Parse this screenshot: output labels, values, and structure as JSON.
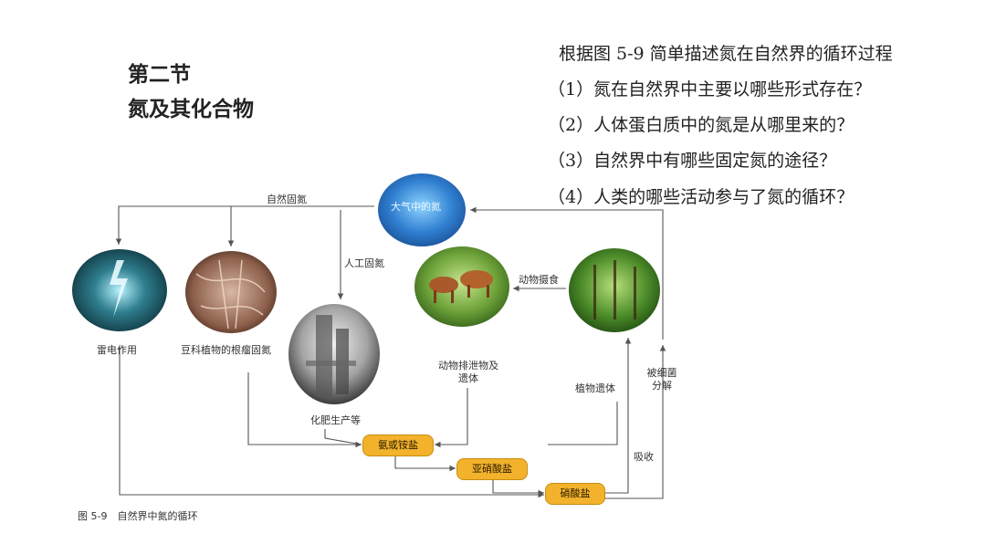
{
  "heading": {
    "section": "第二节",
    "topic": "氮及其化合物"
  },
  "questions": {
    "intro": "根据图 5-9 简单描述氮在自然界的循环过程",
    "q1": "（1）氮在自然界中主要以哪些形式存在？",
    "q2": "（2）人体蛋白质中的氮是从哪里来的？",
    "q3": "（3）自然界中有哪些固定氮的途径？",
    "q4": "（4）人类的哪些活动参与了氮的循环？"
  },
  "diagram": {
    "atmosphere_label": "大气中的氮",
    "natural_fixation": "自然固氮",
    "artificial_fixation": "人工固氮",
    "lightning": "雷电作用",
    "legume": "豆科植物的根瘤固氮",
    "fertilizer": "化肥生产等",
    "animal_waste": "动物排泄物及遗体",
    "animal_feeding": "动物摄食",
    "plant_remains": "植物遗体",
    "bacteria_decompose": "被细菌分解",
    "absorb": "吸收",
    "ammonia": "氨或铵盐",
    "nitrite": "亚硝酸盐",
    "nitrate": "硝酸盐",
    "caption": "图 5-9　自然界中氮的循环"
  },
  "colors": {
    "pill_fill": "#f2b22c",
    "arrow": "#555555"
  }
}
